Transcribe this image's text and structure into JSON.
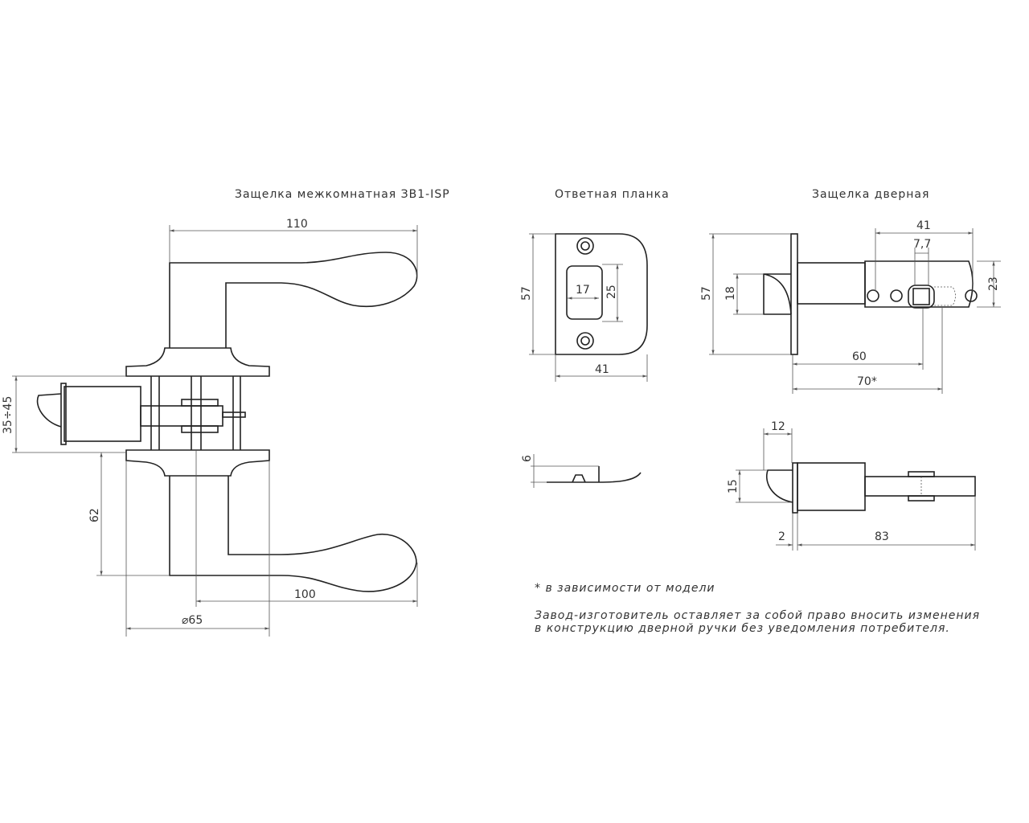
{
  "titles": {
    "handle": "Защелка межкомнатная ЗВ1-ISP",
    "strike_plate": "Ответная планка",
    "door_latch": "Защелка дверная"
  },
  "dims": {
    "handle_length": "110",
    "backset_range": "35÷45",
    "rose_offset": "62",
    "lever_length": "100",
    "rose_diameter": "⌀65",
    "plate_height": "57",
    "plate_width": "41",
    "slot_width": "17",
    "slot_height": "25",
    "plate_thickness": "6",
    "latch_plate_height": "57",
    "bolt_height": "18",
    "hole_span": "41",
    "hole_size": "7,7",
    "tail_height": "23",
    "backset_60": "60",
    "backset_70": "70*",
    "bolt_projection": "12",
    "bolt_width": "15",
    "plate_thick_2": "2",
    "latch_length": "83"
  },
  "notes": {
    "footnote": "* в зависимости от модели",
    "disclaimer_line1": "Завод-изготовитель оставляет за собой право вносить изменения",
    "disclaimer_line2": "в конструкцию дверной ручки без уведомления потребителя."
  }
}
